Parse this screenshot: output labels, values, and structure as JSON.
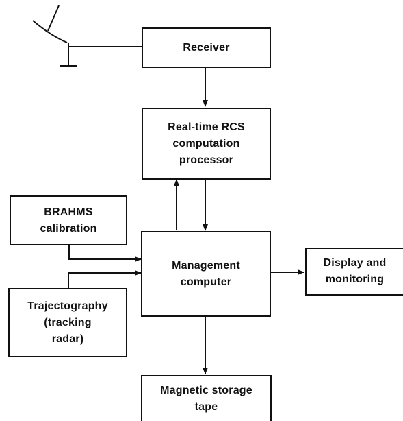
{
  "blocks": {
    "receiver": "Receiver",
    "rcs_processor": "Real-time RCS\ncomputation\nprocessor",
    "brahms": "BRAHMS\ncalibration",
    "management": "Management\ncomputer",
    "display": "Display and\nmonitoring",
    "trajectography": "Trajectography\n(tracking\nradar)",
    "storage": "Magnetic storage\ntape"
  },
  "icons": {
    "antenna": "antenna-icon"
  }
}
